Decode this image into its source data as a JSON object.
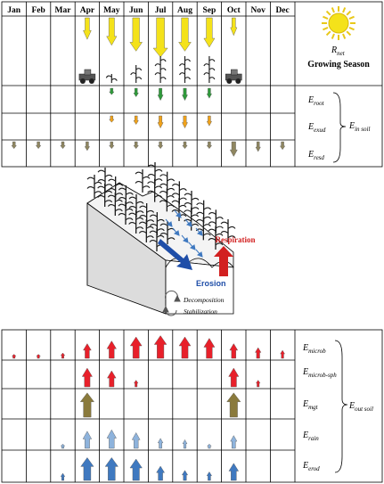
{
  "months": [
    "Jan",
    "Feb",
    "Mar",
    "Apr",
    "May",
    "Jun",
    "Jul",
    "Aug",
    "Sep",
    "Oct",
    "Nov",
    "Dec"
  ],
  "top_legend": {
    "sun_label": {
      "main": "R",
      "sub": "net"
    },
    "caption": "Growing Season",
    "soil_inputs": [
      {
        "main": "E",
        "sub": "root"
      },
      {
        "main": "E",
        "sub": "exud"
      },
      {
        "main": "E",
        "sub": "resd"
      }
    ],
    "group_label": {
      "main": "E",
      "sub": "in soil"
    }
  },
  "diagram": {
    "respiration": "Respiration",
    "erosion": "Erosion",
    "decomposition": "Decomposition",
    "stabilization": "Stabilization"
  },
  "bottom_legend": {
    "rows": [
      {
        "main": "E",
        "sub": "microb"
      },
      {
        "main": "E",
        "sub": "microb-sph"
      },
      {
        "main": "E",
        "sub": "mgt"
      },
      {
        "main": "E",
        "sub": "rain"
      },
      {
        "main": "E",
        "sub": "erod"
      }
    ],
    "group_label": {
      "main": "E",
      "sub": "out soil"
    }
  },
  "colors": {
    "sun": "#f4e21a",
    "root": "#2e9a3a",
    "exud": "#f0a21a",
    "resd": "#8f8660",
    "microb": "#e8202a",
    "mgt": "#8a7a3c",
    "rain": "#8eb3dc",
    "erod": "#3f79c0",
    "respiration": "#d22020",
    "erosion": "#1f4ea8"
  },
  "arrow_levels": {
    "sun": [
      0.0,
      0.0,
      0.0,
      0.55,
      0.7,
      0.85,
      1.0,
      0.85,
      0.75,
      0.45,
      0.0,
      0.0
    ],
    "root": [
      0,
      0,
      0,
      0,
      0.45,
      0.6,
      0.85,
      0.85,
      0.7,
      0,
      0,
      0
    ],
    "exud": [
      0,
      0,
      0,
      0,
      0.45,
      0.6,
      0.85,
      0.85,
      0.7,
      0,
      0,
      0
    ],
    "resd": [
      0.35,
      0.35,
      0.35,
      0.45,
      0.35,
      0.35,
      0.35,
      0.35,
      0.35,
      0.75,
      0.5,
      0.4
    ],
    "microb": [
      0.15,
      0.15,
      0.2,
      0.55,
      0.65,
      0.8,
      0.85,
      0.8,
      0.75,
      0.55,
      0.4,
      0.3
    ],
    "microb_sph": [
      0,
      0,
      0,
      0.7,
      0.6,
      0.25,
      0,
      0,
      0,
      0.7,
      0.25,
      0
    ],
    "mgt": [
      0,
      0,
      0,
      0.85,
      0,
      0,
      0,
      0,
      0,
      0.85,
      0,
      0
    ],
    "rain": [
      0,
      0,
      0.15,
      0.6,
      0.65,
      0.55,
      0.35,
      0.3,
      0.15,
      0.45,
      0,
      0
    ],
    "erod": [
      0,
      0,
      0.25,
      0.8,
      0.8,
      0.75,
      0.5,
      0.35,
      0.3,
      0.6,
      0,
      0
    ]
  },
  "crop_stages": [
    "",
    "",
    "",
    "tractor",
    "seedling",
    "young",
    "mature",
    "mature",
    "mature",
    "harvester",
    "",
    ""
  ]
}
